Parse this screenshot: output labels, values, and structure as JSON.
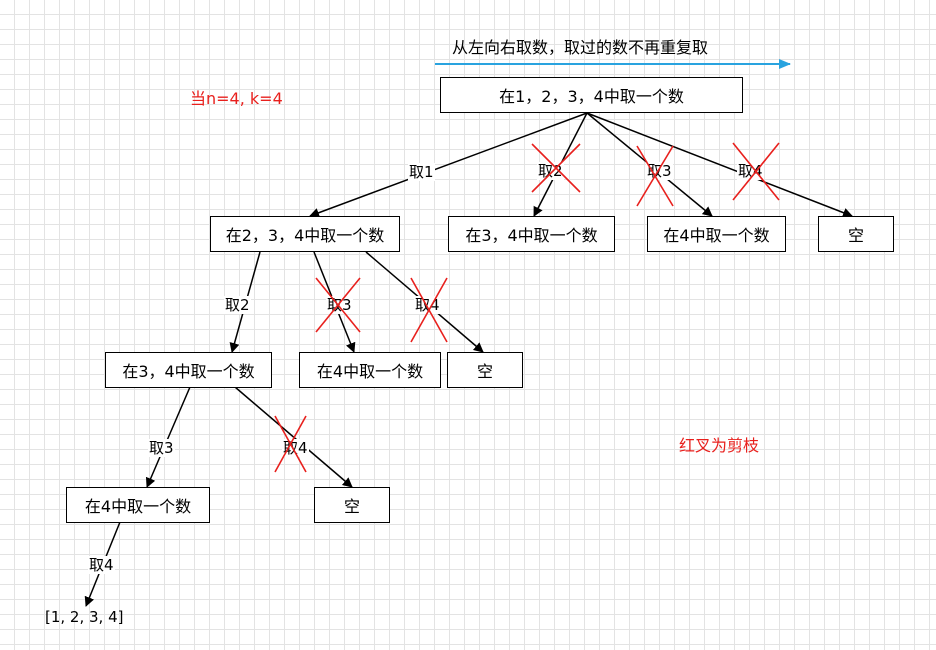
{
  "colors": {
    "prune": "#e8201d",
    "arrow_blue": "#29a3df",
    "edge": "#000000"
  },
  "header": {
    "direction_text": "从左向右取数，取过的数不再重复取",
    "condition_text": "当n=4, k=4",
    "legend_text": "红叉为剪枝"
  },
  "nodes": {
    "root": "在1，2，3，4中取一个数",
    "l1_a": "在2，3，4中取一个数",
    "l1_b": "在3，4中取一个数",
    "l1_c": "在4中取一个数",
    "l1_d": "空",
    "l2_a": "在3，4中取一个数",
    "l2_b": "在4中取一个数",
    "l2_c": "空",
    "l3_a": "在4中取一个数",
    "l3_b": "空",
    "result": "[1, 2, 3, 4]"
  },
  "edge_labels": {
    "take1": "取1",
    "take2_pruned": "取2",
    "take3_pruned": "取3",
    "take4_pruned": "取4",
    "l2_take2": "取2",
    "l2_take3_pruned": "取3",
    "l2_take4_pruned": "取4",
    "l3_take3": "取3",
    "l3_take4_pruned": "取4",
    "l4_take4": "取4"
  }
}
